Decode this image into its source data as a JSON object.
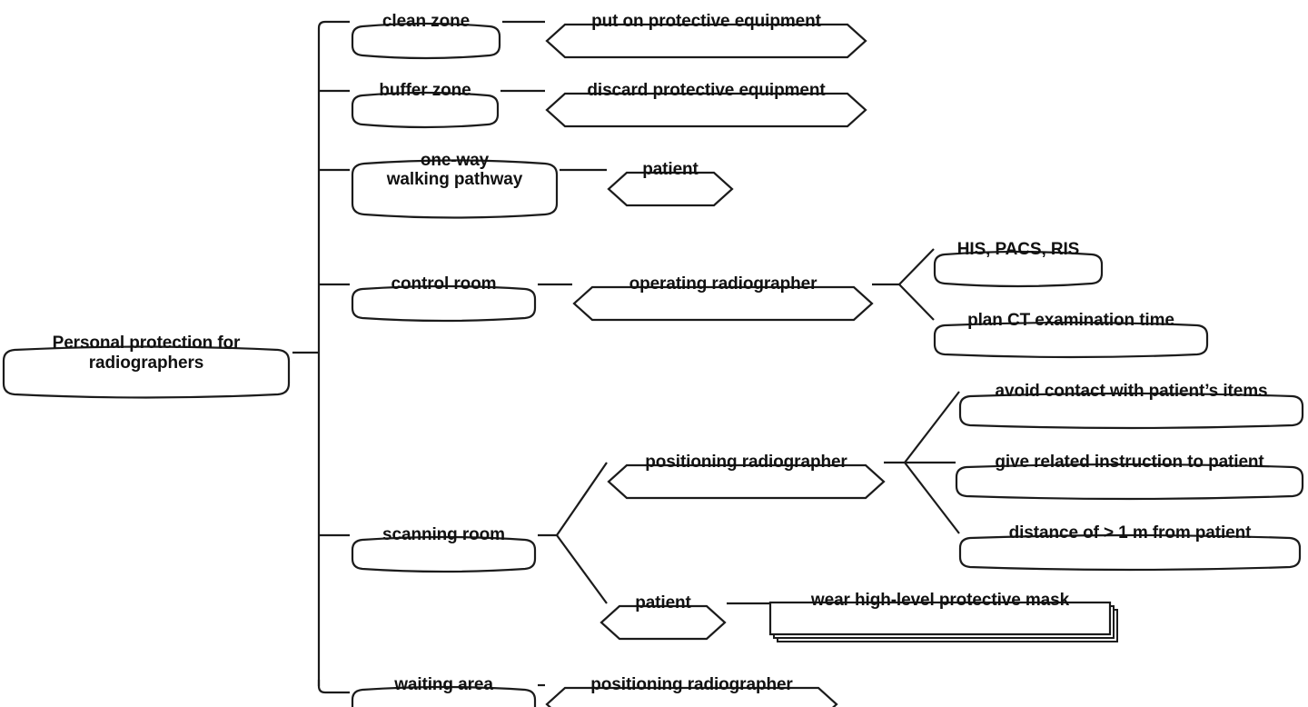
{
  "diagram": {
    "title": "Personal protection for radiographers",
    "type": "mind-map",
    "root": {
      "label": "Personal protection for\nradiographers"
    },
    "branches": [
      {
        "label": "clean zone",
        "children": [
          {
            "label": "put on protective equipment",
            "children": []
          }
        ]
      },
      {
        "label": "buffer zone",
        "children": [
          {
            "label": "discard protective equipment",
            "children": []
          }
        ]
      },
      {
        "label": "one-way\nwalking pathway",
        "children": [
          {
            "label": "patient",
            "children": []
          }
        ]
      },
      {
        "label": "control room",
        "children": [
          {
            "label": "operating radiographer",
            "children": [
              {
                "label": "HIS, PACS, RIS"
              },
              {
                "label": "plan CT examination time"
              }
            ]
          }
        ]
      },
      {
        "label": "scanning room",
        "children": [
          {
            "label": "positioning radiographer",
            "children": [
              {
                "label": "avoid contact with patient’s items"
              },
              {
                "label": "give related instruction to patient"
              },
              {
                "label": "distance of > 1 m from patient"
              }
            ]
          },
          {
            "label": "patient",
            "children": [
              {
                "label": "wear high-level protective mask"
              }
            ]
          }
        ]
      },
      {
        "label": "waiting area",
        "children": [
          {
            "label": "positioning radiographer",
            "children": []
          }
        ]
      }
    ],
    "style": {
      "line_color": "#1b1b1b",
      "text_color": "#111111",
      "background": "#ffffff",
      "fill": "#ffffff"
    }
  }
}
